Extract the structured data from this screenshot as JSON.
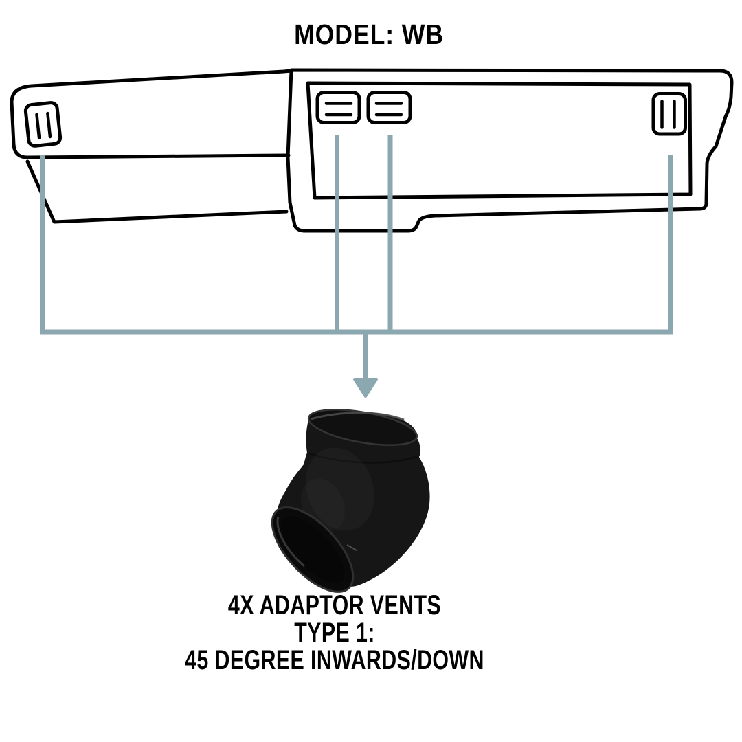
{
  "title": "MODEL: WB",
  "caption": {
    "line1": "4X ADAPTOR VENTS",
    "line2": "TYPE 1:",
    "line3": "45 DEGREE INWARDS/DOWN"
  },
  "colors": {
    "background": "#FFFFFF",
    "outline": "#000000",
    "connector": "#8BA7B0",
    "product_body": "#161616"
  },
  "icons": {
    "down_arrow_icon": "triangle-down",
    "vent_icon": "slatted-vent"
  }
}
